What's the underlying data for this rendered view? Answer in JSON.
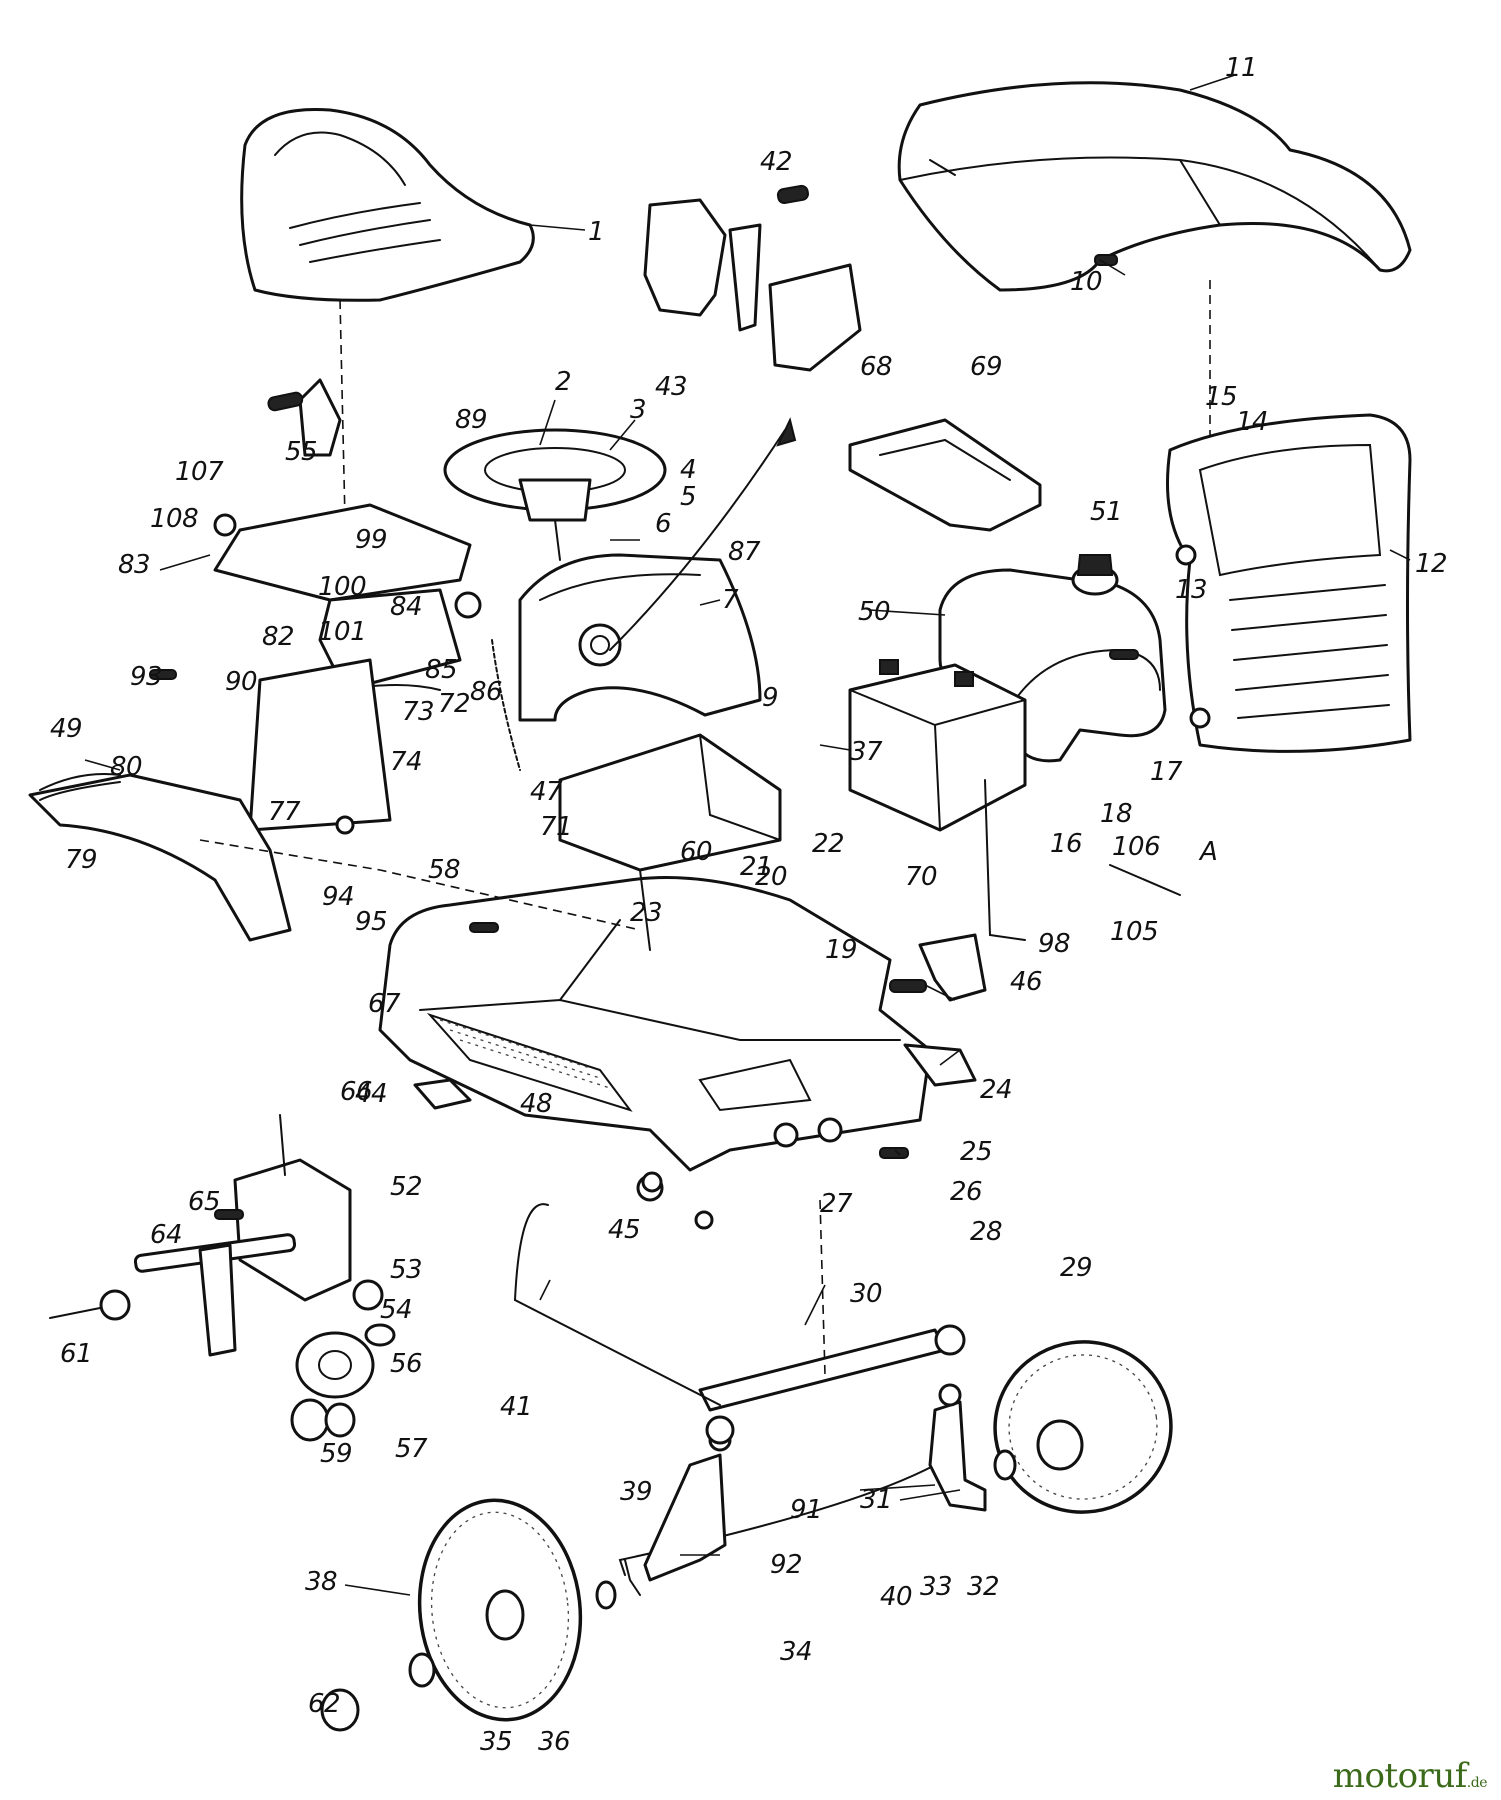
{
  "diagram": {
    "part_labels": [
      "1",
      "2",
      "3",
      "4",
      "5",
      "6",
      "7",
      "9",
      "10",
      "11",
      "12",
      "13",
      "14",
      "15",
      "16",
      "17",
      "18",
      "19",
      "20",
      "21",
      "22",
      "23",
      "24",
      "25",
      "26",
      "27",
      "28",
      "29",
      "30",
      "31",
      "32",
      "33",
      "34",
      "35",
      "36",
      "37",
      "38",
      "39",
      "40",
      "41",
      "42",
      "43",
      "44",
      "45",
      "46",
      "47",
      "48",
      "49",
      "50",
      "51",
      "52",
      "53",
      "54",
      "55",
      "56",
      "57",
      "58",
      "59",
      "60",
      "61",
      "62",
      "64",
      "65",
      "66",
      "67",
      "68",
      "69",
      "70",
      "71",
      "72",
      "73",
      "74",
      "77",
      "79",
      "80",
      "82",
      "83",
      "84",
      "85",
      "86",
      "87",
      "89",
      "90",
      "91",
      "92",
      "93",
      "94",
      "95",
      "98",
      "99",
      "100",
      "101",
      "105",
      "106",
      "107",
      "108",
      "A"
    ]
  },
  "watermark": {
    "name": "motoruf",
    "tld": ".de",
    "color": "#3a6a1a"
  }
}
